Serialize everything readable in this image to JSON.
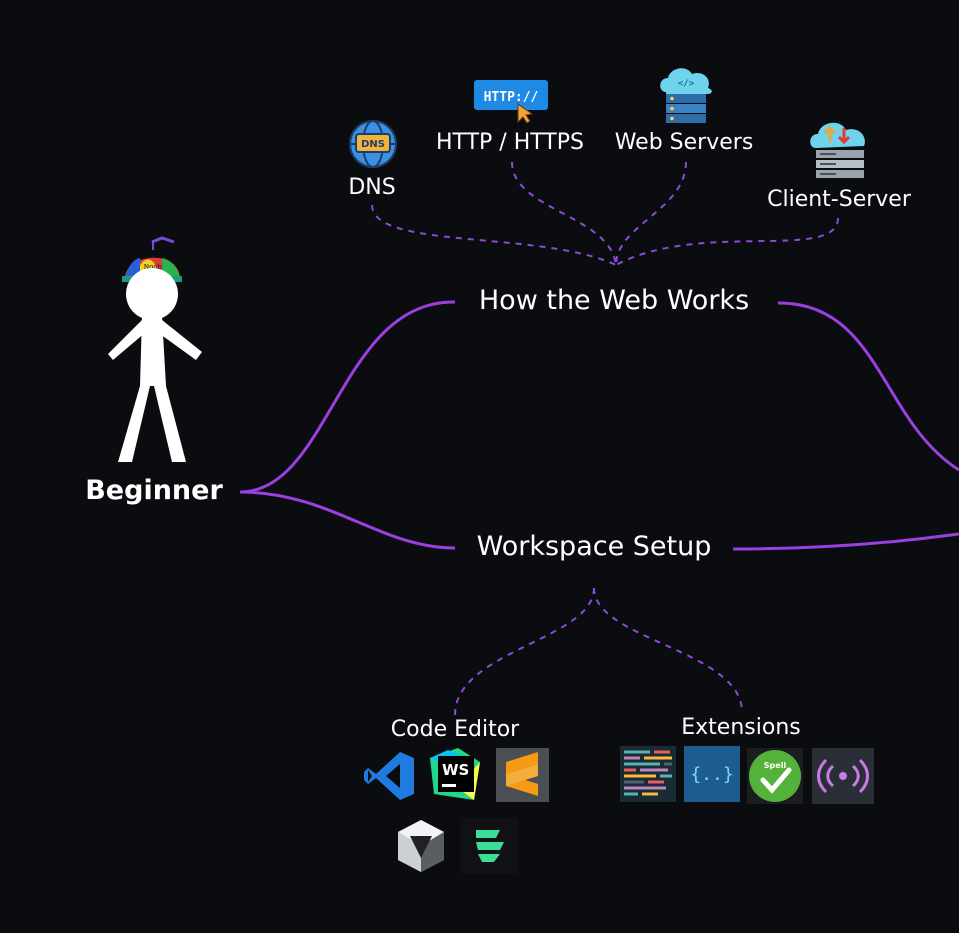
{
  "root": {
    "label": "Beginner"
  },
  "branches": {
    "web": {
      "label": "How the Web Works"
    },
    "workspace": {
      "label": "Workspace Setup"
    }
  },
  "topics": {
    "dns": "DNS",
    "http": "HTTP / HTTPS",
    "webservers": "Web Servers",
    "clientserver": "Client-Server",
    "code_editor": "Code Editor",
    "extensions": "Extensions"
  },
  "icon_text": {
    "dns_badge": "DNS",
    "http_badge": "HTTP://",
    "webstorm_badge": "WS",
    "spell_badge": "Spell",
    "cap_badge": "Noob"
  },
  "editor_icons": [
    "vscode-icon",
    "webstorm-icon",
    "sublime-text-icon",
    "zed-icon",
    "fleet-icon"
  ],
  "extension_icons": [
    "prettier-icon",
    "bracket-pair-icon",
    "spell-checker-icon",
    "live-server-icon"
  ],
  "colors": {
    "background": "#0b0c10",
    "connector": "#9b3fe0",
    "dashed": "#8a4bd6",
    "text": "#ffffff"
  }
}
